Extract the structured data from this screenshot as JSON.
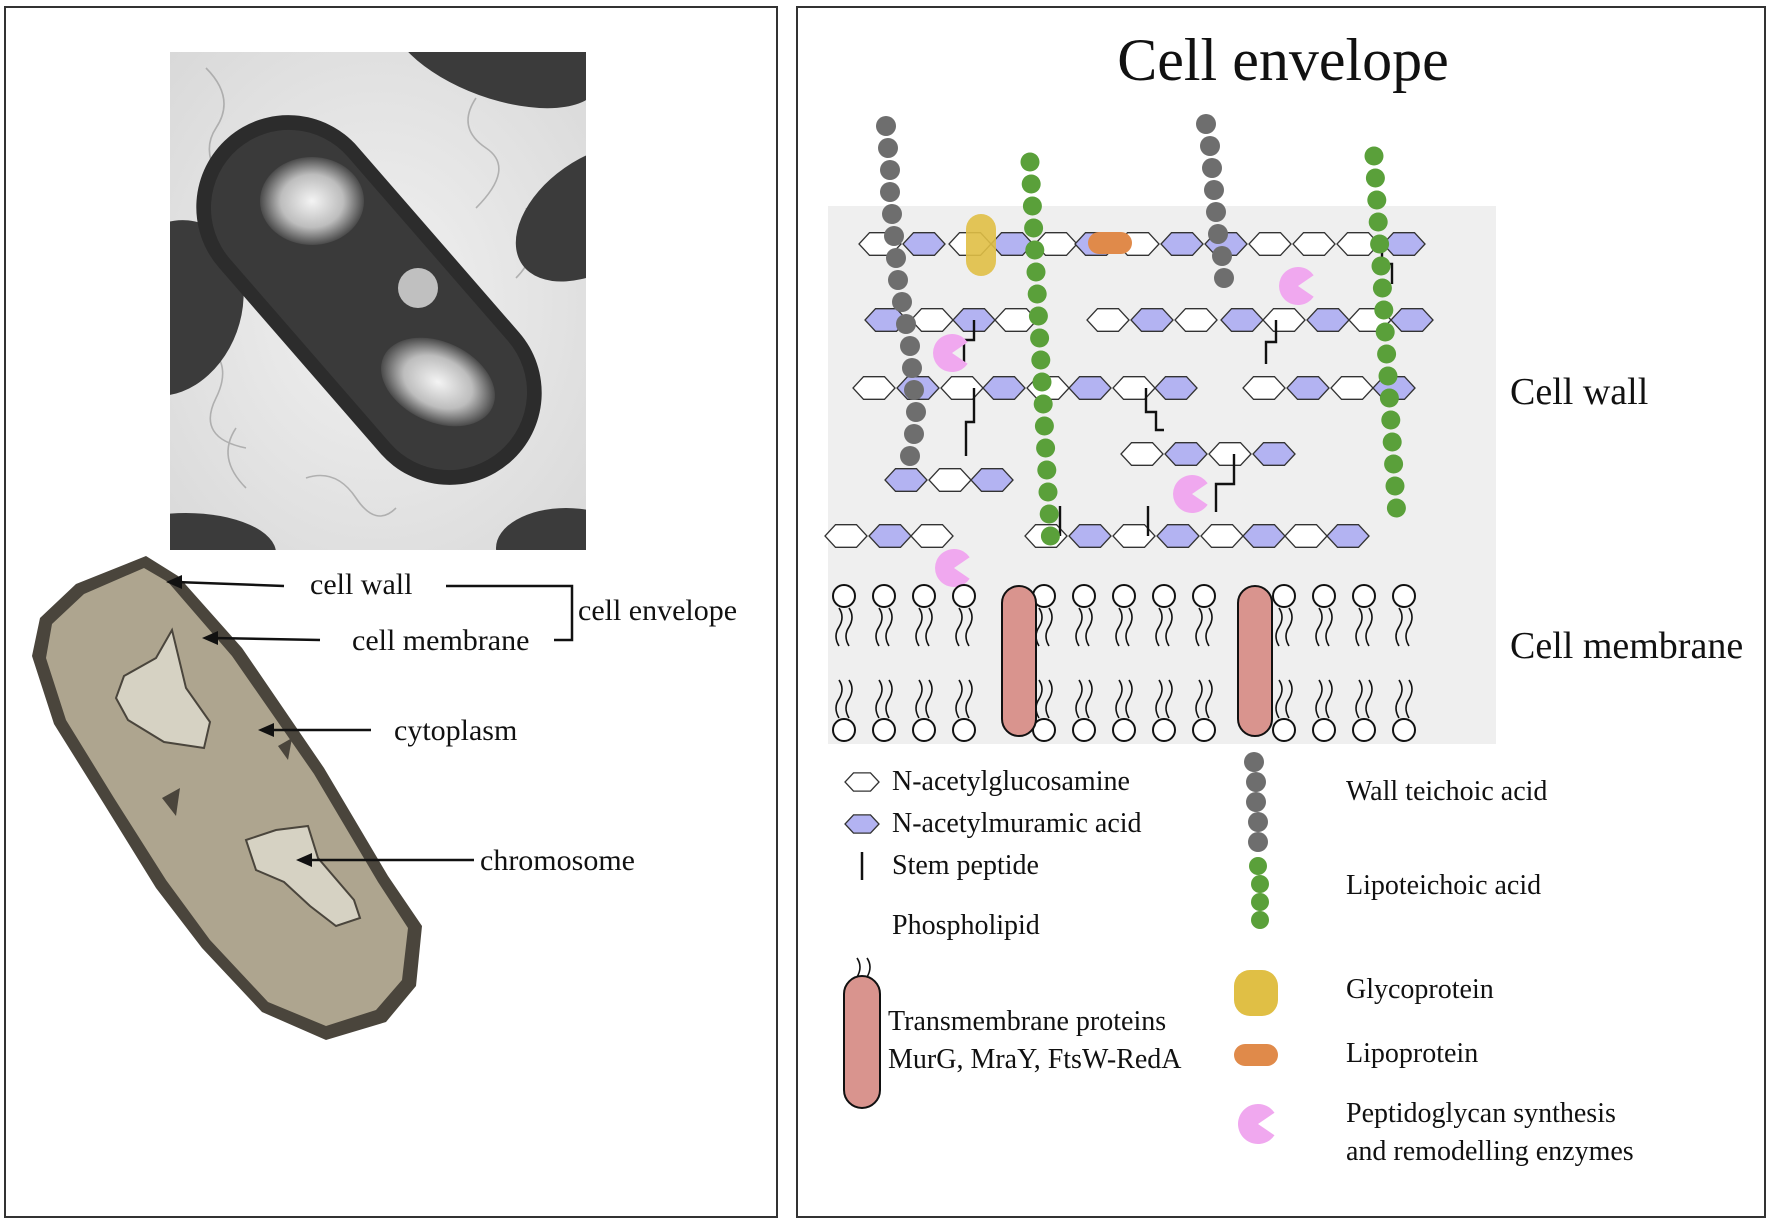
{
  "left_diagram": {
    "labels": {
      "cell_wall": "cell wall",
      "cell_membrane": "cell membrane",
      "cell_envelope": "cell envelope",
      "cytoplasm": "cytoplasm",
      "chromosome": "chromosome"
    }
  },
  "right_diagram": {
    "title": "Cell envelope",
    "region_labels": {
      "cell_wall": "Cell wall",
      "cell_membrane": "Cell membrane"
    },
    "legend": {
      "nag": "N-acetylglucosamine",
      "nam": "N-acetylmuramic acid",
      "stem_peptide": "Stem peptide",
      "phospholipid": "Phospholipid",
      "transmembrane_line1": "Transmembrane proteins",
      "transmembrane_line2": "MurG, MraY, FtsW-RedA",
      "wall_teichoic_acid": "Wall teichoic acid",
      "lipoteichoic_acid": "Lipoteichoic acid",
      "glycoprotein": "Glycoprotein",
      "lipoprotein": "Lipoprotein",
      "enzymes_line1": "Peptidoglycan synthesis",
      "enzymes_line2": "and remodelling enzymes"
    }
  },
  "colors": {
    "nam": "#b3b3f2",
    "wta": "#6e6e6e",
    "lta": "#5aa03a",
    "glycoprotein": "#e0bf45",
    "lipoprotein": "#e08a4a",
    "enzyme": "#f0a8ef",
    "transmembrane": "#d9948e",
    "cell_body": "#aea58f",
    "cell_outline": "#4a453c",
    "chromosome": "#d6d2c3",
    "wall_bg": "#efefef"
  }
}
